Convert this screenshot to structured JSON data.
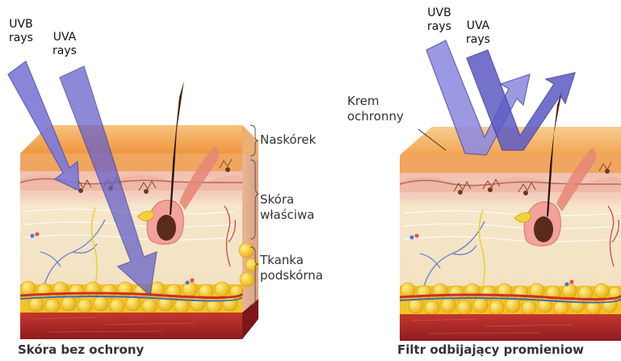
{
  "left_panel": {
    "uvb_line1": "UVB",
    "uvb_line2": "rays",
    "uva_line1": "UVA",
    "uva_line2": "rays",
    "layers": {
      "epidermis": "Naskórek",
      "dermis_line1": "Skóra",
      "dermis_line2": "właściwa",
      "hypodermis_line1": "Tkanka",
      "hypodermis_line2": "podskórna"
    },
    "caption": "Skóra bez ochrony"
  },
  "right_panel": {
    "uvb_line1": "UVB",
    "uvb_line2": "rays",
    "uva_line1": "UVA",
    "uva_line2": "rays",
    "cream_line1": "Krem",
    "cream_line2": "ochronny",
    "caption": "Filtr odbijający promieniow"
  },
  "colors": {
    "epidermis": "#f4a24a",
    "dermis_top": "#f3c2b0",
    "dermis": "#f6e6c8",
    "fat": "#f3c21c",
    "muscle": "#b3282a",
    "arrow_uvb": "#7d79d6",
    "arrow_uva": "#5450b8",
    "hair": "#3a1d12"
  }
}
